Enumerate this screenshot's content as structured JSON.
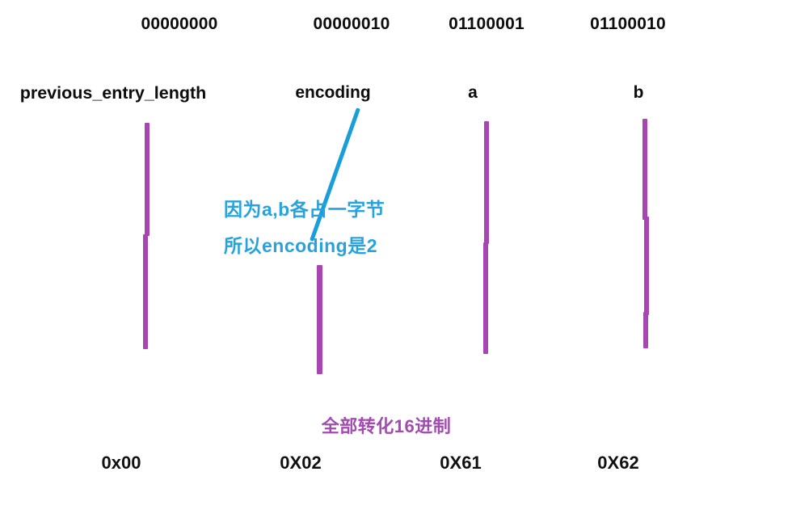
{
  "diagram": {
    "title": "ziplist entry byte layout",
    "background_color": "#ffffff",
    "bar_color": "#a745b2",
    "pointer_color": "#189ed8",
    "note_cyan_color": "#26a3de",
    "note_purple_color": "#a24bb0",
    "text_color": "#0d0d0d"
  },
  "columns": [
    {
      "binary": "00000000",
      "label": "previous_entry_length",
      "hex": "0x00"
    },
    {
      "binary": "00000010",
      "label": "encoding",
      "hex": "0X02"
    },
    {
      "binary": "01100001",
      "label": "a",
      "hex": "0X61"
    },
    {
      "binary": "01100010",
      "label": "b",
      "hex": "0X62"
    }
  ],
  "annotations": {
    "cyan": {
      "line1": "因为a,b各占一字节",
      "line2": "所以encoding是2"
    },
    "purple": {
      "text": "全部转化16进制"
    }
  }
}
